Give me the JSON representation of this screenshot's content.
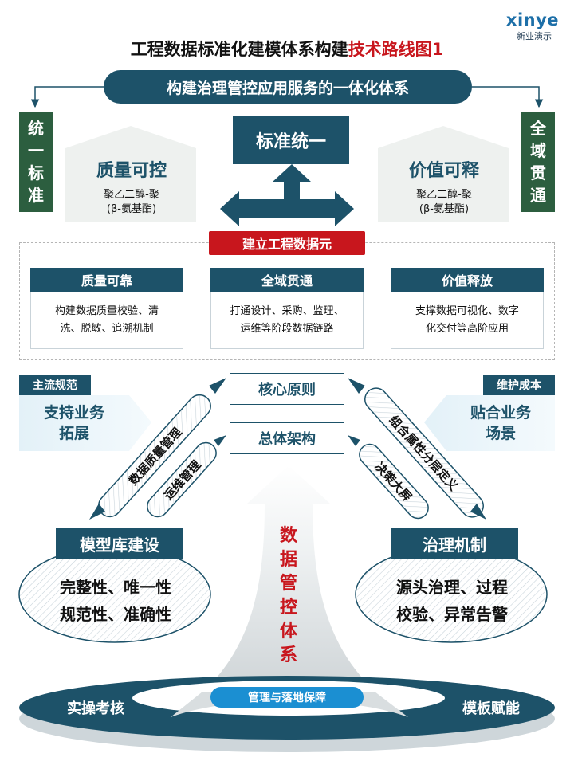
{
  "logo": {
    "word": "xinye",
    "sub": "新业演示"
  },
  "title": {
    "main": "工程数据标准化建模体系构建",
    "highlight": "技术路线图1"
  },
  "banner": "构建治理管控应用服务的一体化体系",
  "side_labels": {
    "left": [
      "统",
      "一",
      "标",
      "准"
    ],
    "right": [
      "全",
      "域",
      "贯",
      "通"
    ]
  },
  "standard_box": "标准统一",
  "houses": [
    {
      "title": "质量可控",
      "sub_line1": "聚乙二醇-聚",
      "sub_line2": "(β-氨基酯)"
    },
    {
      "title": "价值可释",
      "sub_line1": "聚乙二醇-聚",
      "sub_line2": "(β-氨基酯)"
    }
  ],
  "data_element": "建立工程数据元",
  "cards": [
    {
      "head": "质量可靠",
      "line1": "构建数据质量校验、清",
      "line2": "洗、脱敏、追溯机制"
    },
    {
      "head": "全域贯通",
      "line1": "打通设计、采购、监理、",
      "line2": "运维等阶段数据链路"
    },
    {
      "head": "价值释放",
      "line1": "支撑数据可视化、数字",
      "line2": "化交付等高阶应用"
    }
  ],
  "left_side": {
    "label": "主流规范",
    "line1": "支持业务",
    "line2": "拓展"
  },
  "right_side": {
    "label": "维护成本",
    "line1": "贴合业务",
    "line2": "场景"
  },
  "principles": [
    "核心原则",
    "总体架构"
  ],
  "pills": {
    "left_outer": "数据质量管理",
    "left_inner": "运维管理",
    "right_outer": "组合属性分层定义",
    "right_inner": "决策大屏"
  },
  "model_left": {
    "label": "模型库建设",
    "line1": "完整性、唯一性",
    "line2": "规范性、准确性"
  },
  "model_right": {
    "label": "治理机制",
    "line1": "源头治理、过程",
    "line2": "校验、异常告警"
  },
  "vertical_text": [
    "数",
    "据",
    "管",
    "控",
    "体",
    "系"
  ],
  "mgmt_pill": "管理与落地保障",
  "base": {
    "left": "实操考核",
    "right": "模板赋能"
  },
  "colors": {
    "navy": "#1d5269",
    "green": "#2c5e3f",
    "red": "#c8161d",
    "blue": "#1b8fd2"
  }
}
